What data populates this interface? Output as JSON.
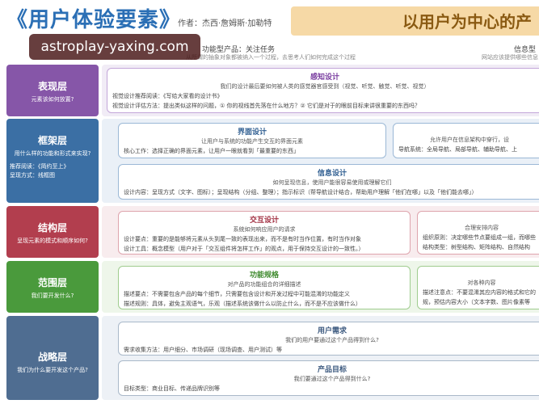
{
  "header": {
    "title": "《用户体验要素》",
    "author": "作者：杰西·詹姆斯·加勒特",
    "banner": "以用户为中心的产"
  },
  "watermark": "astroplay-yaxing.com",
  "columns": {
    "left_head": "功能型产品：关注任务",
    "left_sub": "从所谓的抽象对象都被纳入一个过程，去思考人们如何完成这个过程",
    "right_head": "信息型",
    "right_sub": "网站应该提供哪些信息"
  },
  "layers": [
    {
      "name": "表现层",
      "question": "元素该如何放置?"
    },
    {
      "name": "框架层",
      "question": "用什么样的功能和形式来实现?",
      "extra1": "推荐阅读：《简约至上》",
      "extra2": "呈现方式：线框图"
    },
    {
      "name": "结构层",
      "question": "呈现元素的模式和顺序如何?"
    },
    {
      "name": "范围层",
      "question": "我们要开发什么?"
    },
    {
      "name": "战略层",
      "question": "我们为什么要开发这个产品?"
    }
  ],
  "boxes": {
    "sensory": {
      "title": "感知设计",
      "desc": "我们的设计最后要如何被人类的感觉器官感受到（视觉、听觉、触觉、听觉、视觉）",
      "row1": "视觉设计推荐阅读：《写给大家看的设计书》",
      "row2": "视觉设计评估方法：提出类似这样的问题，① 你的视线首先落在什么地方？② 它们是对于的眼前目标来讲很重要的东西吗？"
    },
    "interface": {
      "title": "界面设计",
      "desc": "让用户与系统的功能产生交互的界面元素",
      "row1": "核心工作：选择正确的界面元素，让用户一眼就看到「最重要的东西」"
    },
    "navigation": {
      "desc": "允许用户在信息架构中穿行，设",
      "row1": "导航系统：全局导航、局部导航、辅助导航、上"
    },
    "info": {
      "title": "信息设计",
      "desc": "如何呈现信息，使用户能很容易使用或理解它们",
      "row1": "设计内容：呈现方式（文字、图标）；呈现结构（分组、整理）；指示标识（帮导航设计结合，帮助用户理解「他们在哪」以及「他们能去哪」）"
    },
    "interaction": {
      "title": "交互设计",
      "desc": "系统如何响应用户的请求",
      "row1": "设计要点：重要的是能够将元素从头到尾一致的表现出来，而不是有时当作位置，有时当作对象",
      "row2": "设计工具：概念模型（用户对于「交互组件将怎样工作」的观点，用于保持交互设计的一致性。）"
    },
    "arch": {
      "desc": "合理安排内容",
      "row1": "组织原则：决定哪些节点要组成一组，而哪些",
      "row2": "结构类型：树型结构、矩阵结构、自然结构"
    },
    "spec": {
      "title": "功能规格",
      "desc": "对产品的功能组合的详细描述",
      "row1": "描述要点：不需要包含产品的每个细节，只需要包含设计和开发过程中可能混淆的功能定义",
      "row2": "描述规则：具体，避免主观语气，乐观（描述系统该做什么以防止什么，而不是不应该做什么）"
    },
    "content_req": {
      "desc": "对各种内容",
      "row1": "描述注意点：不要混淆其应内容的格式和它的",
      "row2": "规，预估内容大小（文本字数、图片像素等"
    },
    "user_needs": {
      "title": "用户需求",
      "desc": "我们的用户要通过这个产品得到什么?",
      "row1": "需求收集方法：用户细分、市场调研（现场调查、用户测试）等"
    },
    "product_goal": {
      "title": "产品目标",
      "desc": "我们要通过这个产品得到什么?",
      "row1": "目标类型：商业目标、传递品牌识别等"
    }
  }
}
